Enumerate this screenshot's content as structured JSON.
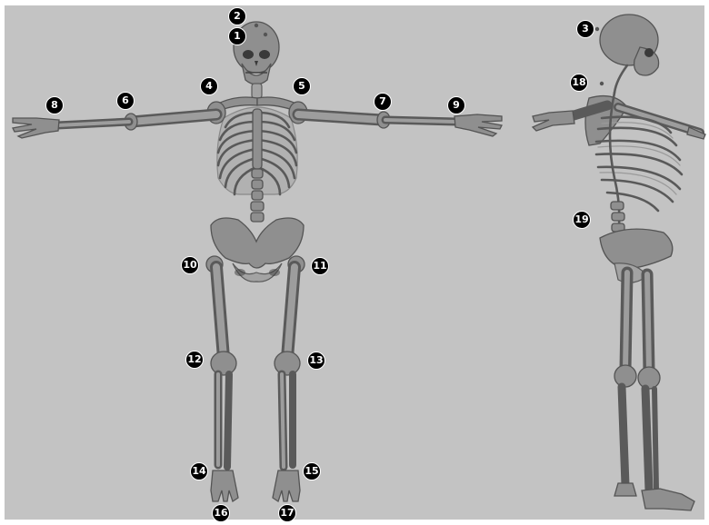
{
  "markers": [
    {
      "id": "1",
      "label": "1"
    },
    {
      "id": "2",
      "label": "2"
    },
    {
      "id": "3",
      "label": "3"
    },
    {
      "id": "4",
      "label": "4"
    },
    {
      "id": "5",
      "label": "5"
    },
    {
      "id": "6",
      "label": "6"
    },
    {
      "id": "7",
      "label": "7"
    },
    {
      "id": "8",
      "label": "8"
    },
    {
      "id": "9",
      "label": "9"
    },
    {
      "id": "10",
      "label": "10"
    },
    {
      "id": "11",
      "label": "11"
    },
    {
      "id": "12",
      "label": "12"
    },
    {
      "id": "13",
      "label": "13"
    },
    {
      "id": "14",
      "label": "14"
    },
    {
      "id": "15",
      "label": "15"
    },
    {
      "id": "16",
      "label": "16"
    },
    {
      "id": "17",
      "label": "17"
    },
    {
      "id": "18",
      "label": "18"
    },
    {
      "id": "19",
      "label": "19"
    }
  ],
  "colors": {
    "background": "#c3c3c3",
    "bone": "#8f8f8f",
    "marker": "#000000",
    "marker_text": "#ffffff"
  }
}
